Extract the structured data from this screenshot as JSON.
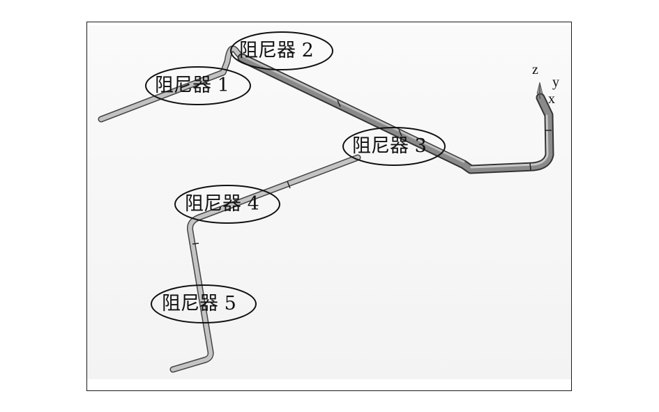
{
  "labels": {
    "damper_1": "阻尼器 1",
    "damper_2": "阻尼器 2",
    "damper_3": "阻尼器 3",
    "damper_4": "阻尼器 4",
    "damper_5": "阻尼器 5"
  },
  "axes": {
    "z": "z",
    "y": "y",
    "x": "x"
  },
  "colors": {
    "pipe_light": "#b9b9b9",
    "pipe_dark": "#6d6d6d",
    "outline": "#2a2a2a",
    "frame": "#1a1a1a"
  }
}
